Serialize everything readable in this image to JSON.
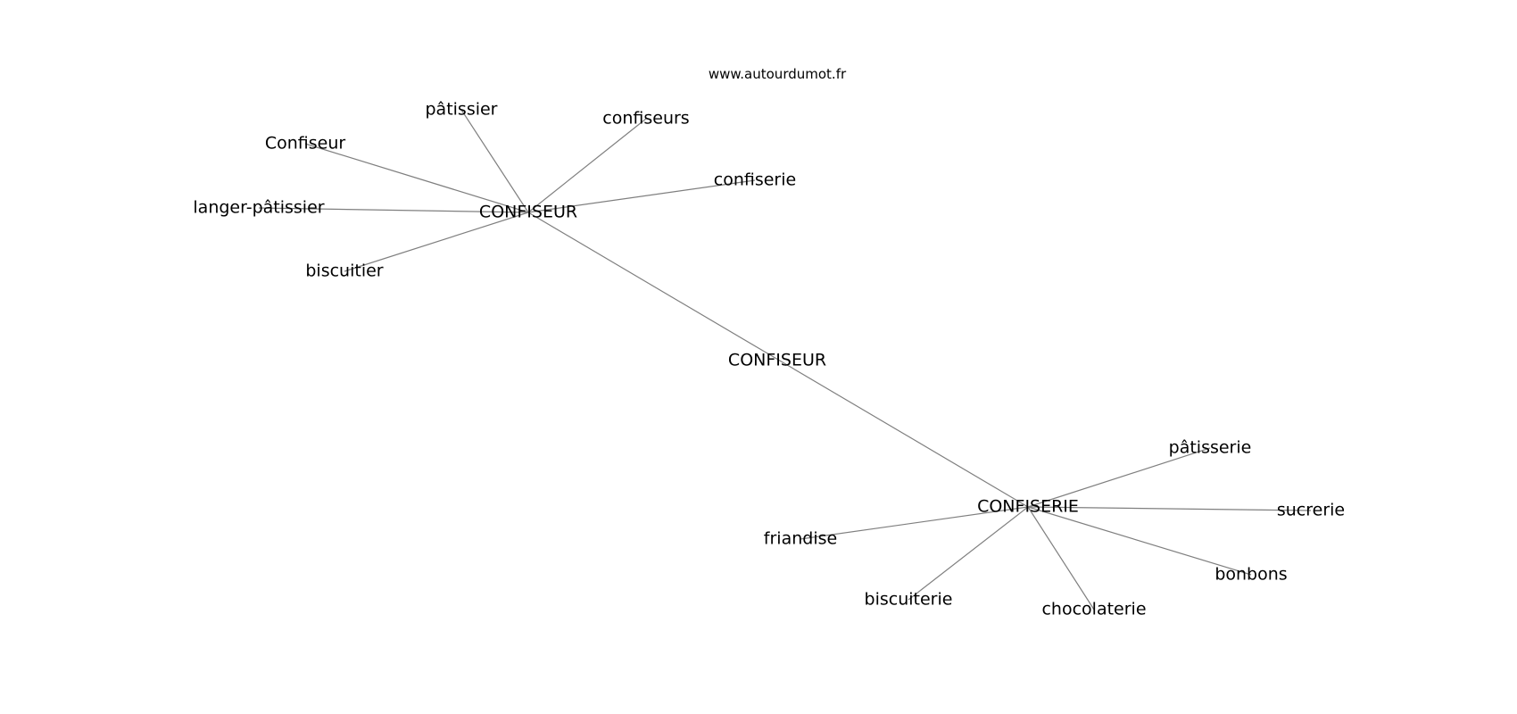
{
  "watermark": "www.autourdumot.fr",
  "nodes": [
    {
      "id": "center",
      "label": "CONFISEUR"
    },
    {
      "id": "hub1",
      "label": "CONFISEUR"
    },
    {
      "id": "hub2",
      "label": "CONFISERIE"
    },
    {
      "id": "patissier",
      "label": "pâtissier"
    },
    {
      "id": "confiseurs",
      "label": "confiseurs"
    },
    {
      "id": "confiseur_cap",
      "label": "Confiseur"
    },
    {
      "id": "confiserie",
      "label": "confiserie"
    },
    {
      "id": "langer",
      "label": "langer-pâtissier"
    },
    {
      "id": "biscuitier",
      "label": "biscuitier"
    },
    {
      "id": "patisserie",
      "label": "pâtisserie"
    },
    {
      "id": "sucrerie",
      "label": "sucrerie"
    },
    {
      "id": "friandise",
      "label": "friandise"
    },
    {
      "id": "bonbons",
      "label": "bonbons"
    },
    {
      "id": "biscuiterie",
      "label": "biscuiterie"
    },
    {
      "id": "chocolaterie",
      "label": "chocolaterie"
    }
  ],
  "edges": [
    [
      "hub1",
      "hub2"
    ],
    [
      "hub1",
      "patissier"
    ],
    [
      "hub1",
      "confiseurs"
    ],
    [
      "hub1",
      "confiseur_cap"
    ],
    [
      "hub1",
      "confiserie"
    ],
    [
      "hub1",
      "langer"
    ],
    [
      "hub1",
      "biscuitier"
    ],
    [
      "hub2",
      "patisserie"
    ],
    [
      "hub2",
      "sucrerie"
    ],
    [
      "hub2",
      "friandise"
    ],
    [
      "hub2",
      "bonbons"
    ],
    [
      "hub2",
      "biscuiterie"
    ],
    [
      "hub2",
      "chocolaterie"
    ]
  ]
}
